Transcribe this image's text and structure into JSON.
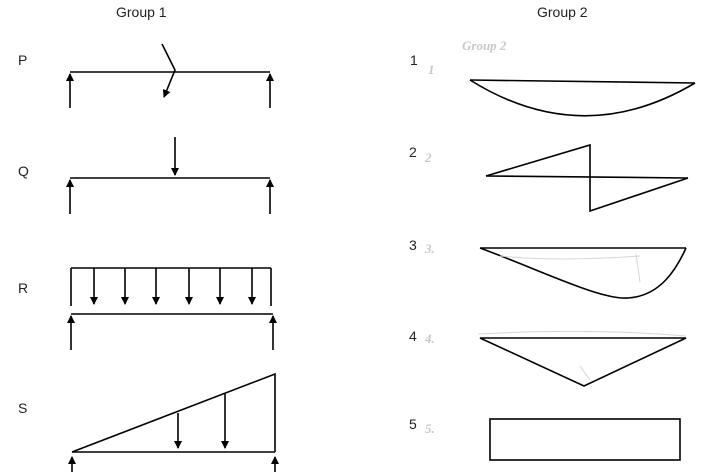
{
  "group1_title": "Group 1",
  "group2_title": "Group 2",
  "group1_labels": [
    "P",
    "Q",
    "R",
    "S"
  ],
  "group2_labels": [
    "1",
    "2",
    "3",
    "4",
    "5"
  ],
  "group2_watermark": "Group 2",
  "group2_watermark_numbers": [
    "1",
    "2",
    "3.",
    "4.",
    "5."
  ],
  "colors": {
    "line": "#000000",
    "text": "#222222",
    "watermark": "#c8c8c8"
  }
}
